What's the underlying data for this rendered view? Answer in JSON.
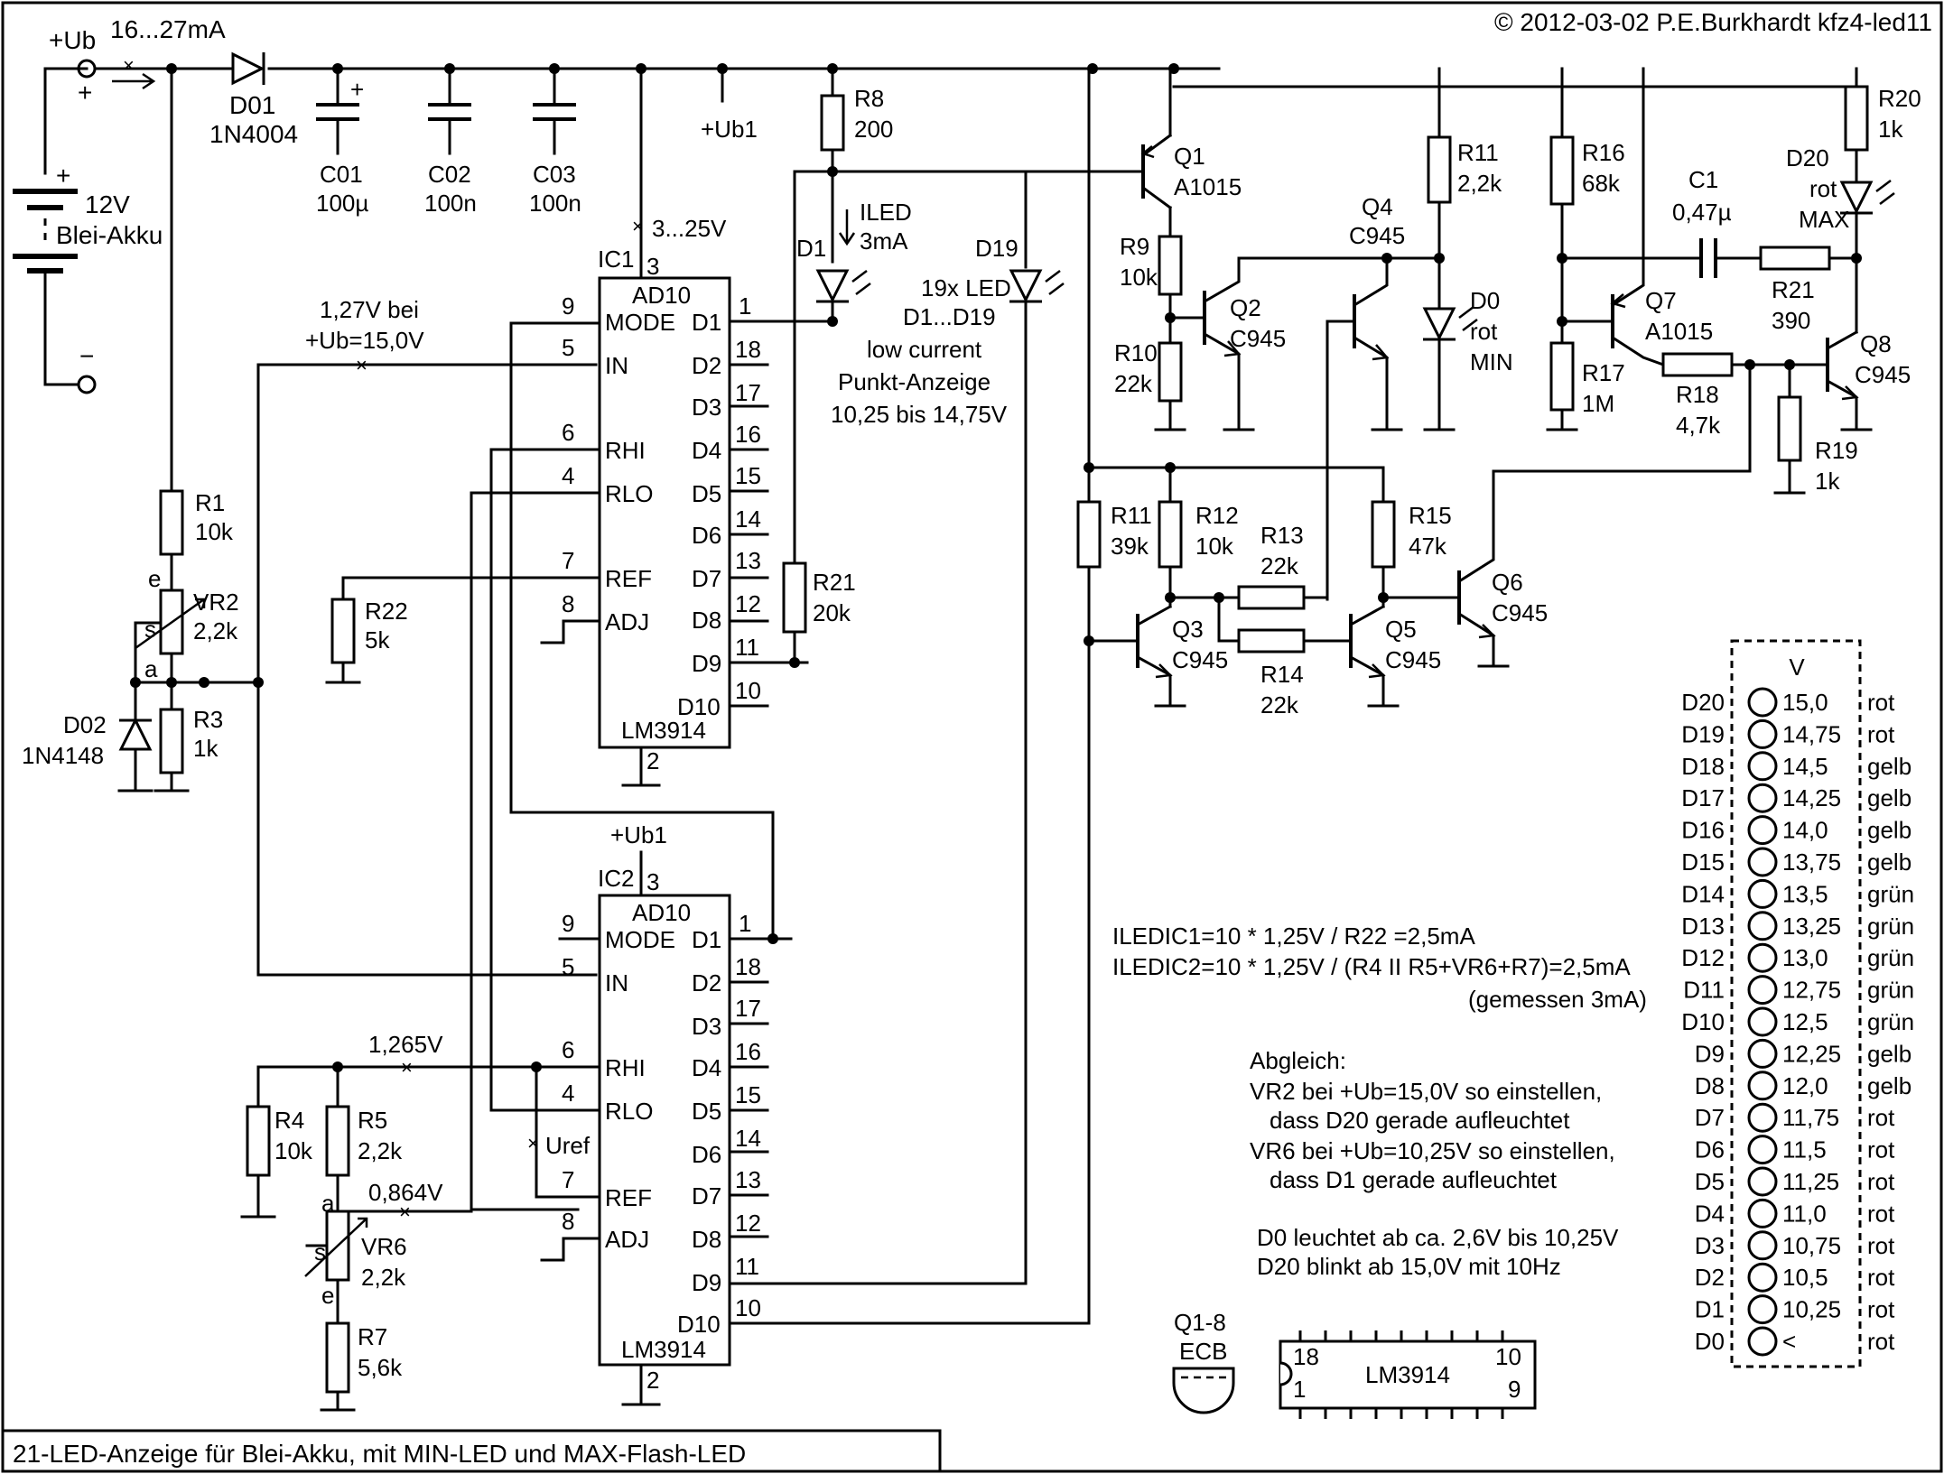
{
  "header": {
    "copyright": "© 2012-03-02 P.E.Burkhardt kfz4-led11"
  },
  "title_bar": {
    "text": "21-LED-Anzeige für Blei-Akku, mit MIN-LED und MAX-Flash-LED"
  },
  "supply": {
    "ub_label": "+Ub",
    "current": "16...27mA",
    "plus": "+",
    "minus": "−",
    "battery_v": "12V",
    "battery_type": "Blei-Akku",
    "ub1": "+Ub1"
  },
  "parts": {
    "D01": {
      "ref": "D01",
      "val": "1N4004"
    },
    "C01": {
      "ref": "C01",
      "val": "100µ"
    },
    "C02": {
      "ref": "C02",
      "val": "100n"
    },
    "C03": {
      "ref": "C03",
      "val": "100n"
    },
    "R8": {
      "ref": "R8",
      "val": "200"
    },
    "R1": {
      "ref": "R1",
      "val": "10k"
    },
    "VR2": {
      "ref": "VR2",
      "val": "2,2k"
    },
    "R3": {
      "ref": "R3",
      "val": "1k"
    },
    "D02": {
      "ref": "D02",
      "val": "1N4148"
    },
    "R22": {
      "ref": "R22",
      "val": "5k"
    },
    "R21a": {
      "ref": "R21",
      "val": "20k"
    },
    "R4": {
      "ref": "R4",
      "val": "10k"
    },
    "R5": {
      "ref": "R5",
      "val": "2,2k"
    },
    "VR6": {
      "ref": "VR6",
      "val": "2,2k"
    },
    "R7": {
      "ref": "R7",
      "val": "5,6k"
    },
    "Q1": {
      "ref": "Q1",
      "val": "A1015"
    },
    "R9": {
      "ref": "R9",
      "val": "10k"
    },
    "R10": {
      "ref": "R10",
      "val": "22k"
    },
    "Q2": {
      "ref": "Q2",
      "val": "C945"
    },
    "Q4": {
      "ref": "Q4",
      "val": "C945"
    },
    "R11a": {
      "ref": "R11",
      "val": "2,2k"
    },
    "D0": {
      "ref": "D0",
      "val": "rot",
      "note": "MIN"
    },
    "R16": {
      "ref": "R16",
      "val": "68k"
    },
    "C1": {
      "ref": "C1",
      "val": "0,47µ"
    },
    "R20": {
      "ref": "R20",
      "val": "1k"
    },
    "D20": {
      "ref": "D20",
      "val": "rot",
      "note": "MAX"
    },
    "Q7": {
      "ref": "Q7",
      "val": "A1015"
    },
    "R21b": {
      "ref": "R21",
      "val": "390"
    },
    "R17": {
      "ref": "R17",
      "val": "1M"
    },
    "R18": {
      "ref": "R18",
      "val": "4,7k"
    },
    "Q8": {
      "ref": "Q8",
      "val": "C945"
    },
    "R19": {
      "ref": "R19",
      "val": "1k"
    },
    "R11b": {
      "ref": "R11",
      "val": "39k"
    },
    "R12": {
      "ref": "R12",
      "val": "10k"
    },
    "R13": {
      "ref": "R13",
      "val": "22k"
    },
    "R14": {
      "ref": "R14",
      "val": "22k"
    },
    "R15": {
      "ref": "R15",
      "val": "47k"
    },
    "Q3": {
      "ref": "Q3",
      "val": "C945"
    },
    "Q5": {
      "ref": "Q5",
      "val": "C945"
    },
    "Q6": {
      "ref": "Q6",
      "val": "C945"
    },
    "D1": {
      "ref": "D1"
    },
    "D19": {
      "ref": "D19"
    }
  },
  "ic1": {
    "ref": "IC1",
    "model": "LM3914",
    "mode": "AD10",
    "supply_pin": "3",
    "supply_range": "3...25V",
    "gnd_pin": "2",
    "left_pins": [
      {
        "num": "9",
        "name": "MODE"
      },
      {
        "num": "5",
        "name": "IN"
      },
      {
        "num": "6",
        "name": "RHI"
      },
      {
        "num": "4",
        "name": "RLO"
      },
      {
        "num": "7",
        "name": "REF"
      },
      {
        "num": "8",
        "name": "ADJ"
      }
    ],
    "right_pins": [
      {
        "num": "1",
        "name": "D1"
      },
      {
        "num": "18",
        "name": "D2"
      },
      {
        "num": "17",
        "name": "D3"
      },
      {
        "num": "16",
        "name": "D4"
      },
      {
        "num": "15",
        "name": "D5"
      },
      {
        "num": "14",
        "name": "D6"
      },
      {
        "num": "13",
        "name": "D7"
      },
      {
        "num": "12",
        "name": "D8"
      },
      {
        "num": "11",
        "name": "D9"
      },
      {
        "num": "10",
        "name": "D10"
      }
    ]
  },
  "ic2": {
    "ref": "IC2",
    "model": "LM3914",
    "mode": "AD10",
    "supply_pin": "3",
    "supply_label": "+Ub1",
    "gnd_pin": "2",
    "left_pins": [
      {
        "num": "9",
        "name": "MODE"
      },
      {
        "num": "5",
        "name": "IN"
      },
      {
        "num": "6",
        "name": "RHI"
      },
      {
        "num": "4",
        "name": "RLO"
      },
      {
        "num": "7",
        "name": "REF"
      },
      {
        "num": "8",
        "name": "ADJ"
      }
    ],
    "right_pins": [
      {
        "num": "1",
        "name": "D1"
      },
      {
        "num": "18",
        "name": "D2"
      },
      {
        "num": "17",
        "name": "D3"
      },
      {
        "num": "16",
        "name": "D4"
      },
      {
        "num": "15",
        "name": "D5"
      },
      {
        "num": "14",
        "name": "D6"
      },
      {
        "num": "13",
        "name": "D7"
      },
      {
        "num": "12",
        "name": "D8"
      },
      {
        "num": "11",
        "name": "D9"
      },
      {
        "num": "10",
        "name": "D10"
      }
    ]
  },
  "annotations": {
    "v_in_1": "1,27V bei",
    "v_in_2": "+Ub=15,0V",
    "v_rhi": "1,265V",
    "v_rlo": "0,864V",
    "uref": "Uref",
    "iled_1": "ILED",
    "iled_2": "3mA",
    "led_desc": [
      "19x LED",
      "D1...D19",
      "low current",
      "Punkt-Anzeige",
      "10,25 bis 14,75V"
    ],
    "pot_a": "a",
    "pot_s": "s",
    "pot_e": "e"
  },
  "formulas": {
    "line1": "ILEDIC1=10 * 1,25V / R22 =2,5mA",
    "line2": "ILEDIC2=10 * 1,25V / (R4 II R5+VR6+R7)=2,5mA",
    "line3": "(gemessen 3mA)"
  },
  "adjust": {
    "heading": "Abgleich:",
    "l1": "VR2 bei +Ub=15,0V so einstellen,",
    "l2": "dass D20 gerade aufleuchtet",
    "l3": "VR6 bei +Ub=10,25V so einstellen,",
    "l4": "dass D1 gerade aufleuchtet",
    "l5": "D0 leuchtet ab ca. 2,6V bis 10,25V",
    "l6": "D20 blinkt ab 15,0V mit 10Hz"
  },
  "pinout": {
    "q_label": "Q1-8",
    "q_pins": "ECB",
    "ic_name": "LM3914",
    "p18": "18",
    "p10": "10",
    "p1": "1",
    "p9": "9"
  },
  "led_table": {
    "unit": "V",
    "rows": [
      {
        "led": "D20",
        "volt": "15,0",
        "color": "rot"
      },
      {
        "led": "D19",
        "volt": "14,75",
        "color": "rot"
      },
      {
        "led": "D18",
        "volt": "14,5",
        "color": "gelb"
      },
      {
        "led": "D17",
        "volt": "14,25",
        "color": "gelb"
      },
      {
        "led": "D16",
        "volt": "14,0",
        "color": "gelb"
      },
      {
        "led": "D15",
        "volt": "13,75",
        "color": "gelb"
      },
      {
        "led": "D14",
        "volt": "13,5",
        "color": "grün"
      },
      {
        "led": "D13",
        "volt": "13,25",
        "color": "grün"
      },
      {
        "led": "D12",
        "volt": "13,0",
        "color": "grün"
      },
      {
        "led": "D11",
        "volt": "12,75",
        "color": "grün"
      },
      {
        "led": "D10",
        "volt": "12,5",
        "color": "grün"
      },
      {
        "led": "D9",
        "volt": "12,25",
        "color": "gelb"
      },
      {
        "led": "D8",
        "volt": "12,0",
        "color": "gelb"
      },
      {
        "led": "D7",
        "volt": "11,75",
        "color": "rot"
      },
      {
        "led": "D6",
        "volt": "11,5",
        "color": "rot"
      },
      {
        "led": "D5",
        "volt": "11,25",
        "color": "rot"
      },
      {
        "led": "D4",
        "volt": "11,0",
        "color": "rot"
      },
      {
        "led": "D3",
        "volt": "10,75",
        "color": "rot"
      },
      {
        "led": "D2",
        "volt": "10,5",
        "color": "rot"
      },
      {
        "led": "D1",
        "volt": "10,25",
        "color": "rot"
      },
      {
        "led": "D0",
        "volt": "<",
        "color": "rot"
      }
    ]
  }
}
